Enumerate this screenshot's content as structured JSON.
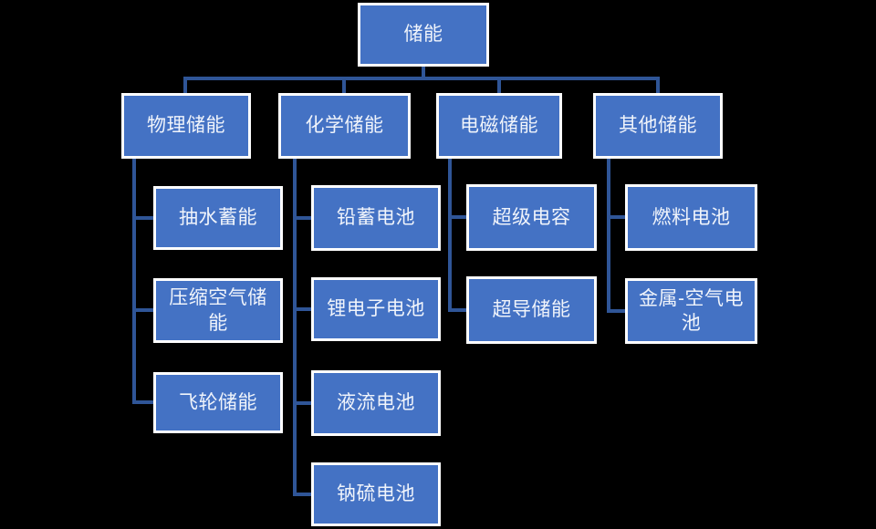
{
  "colors": {
    "background": "#000000",
    "node_fill": "#4472C4",
    "node_border": "#FFFFFF",
    "connector": "#2F5597",
    "text": "#F0F4FB"
  },
  "tree": {
    "root": {
      "label": "储能"
    },
    "branches": [
      {
        "label": "物理储能",
        "children": [
          {
            "label": "抽水蓄能"
          },
          {
            "label": "压缩空气储能"
          },
          {
            "label": "飞轮储能"
          }
        ]
      },
      {
        "label": "化学储能",
        "children": [
          {
            "label": "铅蓄电池"
          },
          {
            "label": "锂电子电池"
          },
          {
            "label": "液流电池"
          },
          {
            "label": "钠硫电池"
          }
        ]
      },
      {
        "label": "电磁储能",
        "children": [
          {
            "label": "超级电容"
          },
          {
            "label": "超导储能"
          }
        ]
      },
      {
        "label": "其他储能",
        "children": [
          {
            "label": "燃料电池"
          },
          {
            "label": "金属-空气电池"
          }
        ]
      }
    ]
  }
}
